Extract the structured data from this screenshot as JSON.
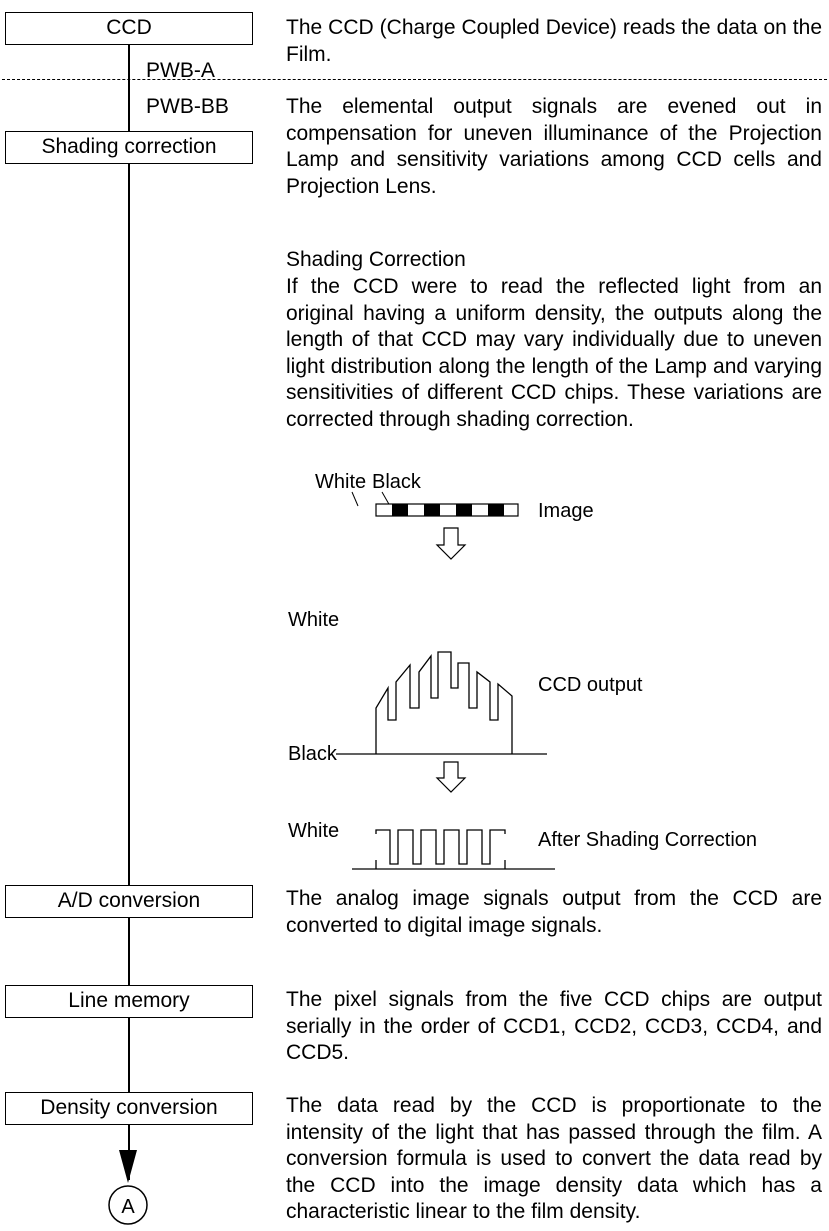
{
  "flow": {
    "ccd": "CCD",
    "pwb_a": "PWB-A",
    "pwb_bb": "PWB-BB",
    "shading": "Shading correction",
    "ad": "A/D conversion",
    "line_memory": "Line memory",
    "density": "Density conversion",
    "connector": "A"
  },
  "text": {
    "ccd_desc": "The CCD (Charge Coupled Device) reads the data on the Film.",
    "shading_desc": "The elemental output signals are evened out in compensation for uneven illuminance of the Projection Lamp and sensitivity variations among CCD cells and Projection Lens.",
    "shading_heading": "Shading Correction",
    "shading_body": "If the CCD were to read the reflected light from an original having a uniform density, the outputs along the length of that CCD may vary individually due to uneven light distribution along the length of the Lamp and varying sensitivities of different CCD chips. These variations are corrected through shading correction.",
    "ad_desc": "The analog image signals output from the CCD are converted to digital image signals.",
    "line_memory_desc": "The pixel signals from the five CCD chips are output serially in the order of CCD1, CCD2, CCD3, CCD4, and CCD5.",
    "density_desc": "The data read by the CCD is proportionate to the intensity of the light that has passed through the film. A conversion formula is used to convert the data read by the CCD into the image density data which has a characteristic linear to the film density."
  },
  "figure": {
    "white": "White",
    "black": "Black",
    "image": "Image",
    "ccd_output": "CCD output",
    "after": "After Shading Correction"
  }
}
